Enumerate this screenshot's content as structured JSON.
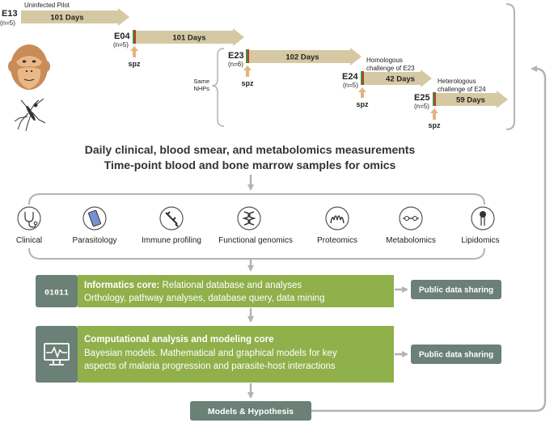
{
  "experiments": [
    {
      "id": "E13",
      "n": "(n=5)",
      "arrow_label": "101 Days",
      "title": "Uninfected Pilot",
      "spz": ""
    },
    {
      "id": "E04",
      "n": "(n=5)",
      "arrow_label": "101 Days",
      "title": "",
      "spz": "spz"
    },
    {
      "id": "E23",
      "n": "(n=6)",
      "arrow_label": "102 Days",
      "title": "",
      "spz": "spz"
    },
    {
      "id": "E24",
      "n": "(n=5)",
      "arrow_label": "42 Days",
      "title": "Homologous challenge of E23",
      "title_lines": [
        "Homologous",
        "challenge of E23"
      ],
      "spz": "spz"
    },
    {
      "id": "E25",
      "n": "(n=5)",
      "arrow_label": "59 Days",
      "title": "Heterologous challenge of E24",
      "title_lines": [
        "Heterologous",
        "challenge of E24"
      ],
      "spz": "spz"
    }
  ],
  "same_nhps_lines": [
    "Same",
    "NHPs"
  ],
  "measurements": {
    "line1": "Daily clinical, blood smear, and metabolomics measurements",
    "line2": "Time-point blood and bone marrow samples for omics"
  },
  "categories": [
    {
      "label": "Clinical",
      "icon": "stethoscope-icon"
    },
    {
      "label": "Parasitology",
      "icon": "blood-slide-icon"
    },
    {
      "label": "Immune profiling",
      "icon": "syringe-icon"
    },
    {
      "label": "Functional genomics",
      "icon": "dna-icon"
    },
    {
      "label": "Proteomics",
      "icon": "protein-icon"
    },
    {
      "label": "Metabolomics",
      "icon": "molecule-icon"
    },
    {
      "label": "Lipidomics",
      "icon": "lipid-icon"
    }
  ],
  "informatics": {
    "icon_text": "01011",
    "title": "Informatics core:",
    "title_rest": " Relational database and analyses",
    "line2": "Orthology, pathway analyses, database query, data mining",
    "share": "Public data sharing"
  },
  "computational": {
    "icon": "monitor-pulse-icon",
    "title": "Computational analysis and modeling core",
    "line2": "Bayesian models. Mathematical and graphical models for key",
    "line3": "aspects of malaria progression and parasite-host interactions",
    "share": "Public data sharing"
  },
  "models": "Models & Hypothesis",
  "colors": {
    "arrow": "#d4c9a3",
    "green": "#8fb04a",
    "slate": "#6b8077",
    "gray": "#b3b3b3",
    "spz_arrow": "#e3b47c",
    "bar_red": "#c0392b",
    "bar_green": "#3f8f3f"
  }
}
